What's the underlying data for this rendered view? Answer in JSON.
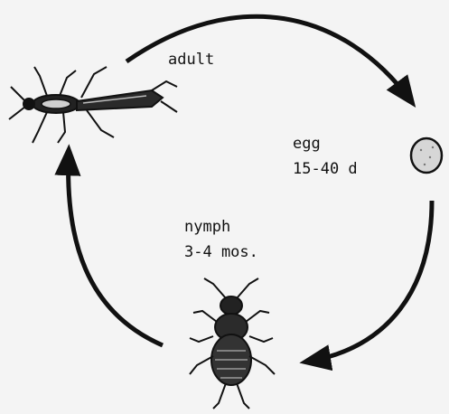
{
  "stages": {
    "adult": {
      "label": "adult"
    },
    "egg": {
      "label": "egg",
      "duration": "15-40 d"
    },
    "nymph": {
      "label": "nymph",
      "duration": "3-4 mos."
    }
  },
  "colors": {
    "background": "#f4f4f4",
    "ink": "#111111"
  }
}
